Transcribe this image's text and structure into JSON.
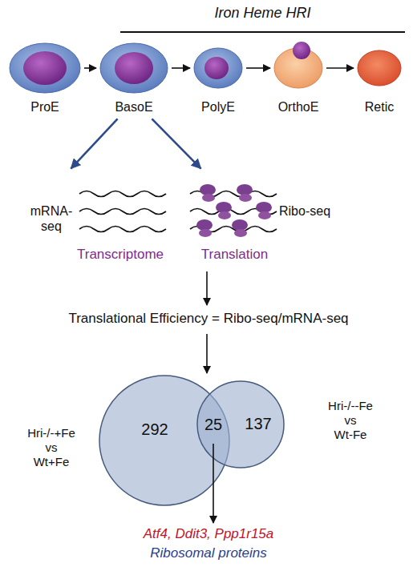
{
  "diagram": {
    "nodes": [
      {
        "text": [
          "ProE"
        ]
      },
      {
        "text": [
          "BasoE"
        ]
      },
      {
        "text": [
          "PolyE"
        ]
      },
      {
        "text": [
          "OrthoE"
        ]
      },
      {
        "text": [
          "Retic"
        ]
      },
      {
        "text": [
          "mRNA-seq",
          "Transcriptome"
        ]
      },
      {
        "text": [
          "Ribo-seq",
          "Translation"
        ]
      },
      {
        "text": [
          "Translational Efficiency = Ribo-seq/mRNA-seq"
        ]
      },
      {
        "text": [
          "292"
        ]
      },
      {
        "text": [
          "137"
        ]
      },
      {
        "text": [
          "25"
        ]
      },
      {
        "text": [
          "Atf4, Ddit3, Ppp1r15a",
          "Ribosomal proteins"
        ]
      }
    ],
    "edges": [
      {
        "from": 0,
        "to": 1,
        "arrow": "to"
      },
      {
        "from": 1,
        "to": 2,
        "arrow": "to"
      },
      {
        "from": 2,
        "to": 3,
        "arrow": "to"
      },
      {
        "from": 3,
        "to": 4,
        "arrow": "to"
      },
      {
        "from": 1,
        "to": 5,
        "arrow": "to"
      },
      {
        "from": 1,
        "to": 6,
        "arrow": "to"
      },
      {
        "from": 6,
        "to": 7,
        "arrow": "to"
      },
      {
        "from": 7,
        "to": 8,
        "arrow": "to"
      },
      {
        "from": 10,
        "to": 11,
        "arrow": "to"
      }
    ],
    "labels": [
      "Iron Heme HRI",
      "Hri-/-+Fe vs Wt+Fe",
      "Hri-/--Fe vs Wt-Fe"
    ]
  }
}
